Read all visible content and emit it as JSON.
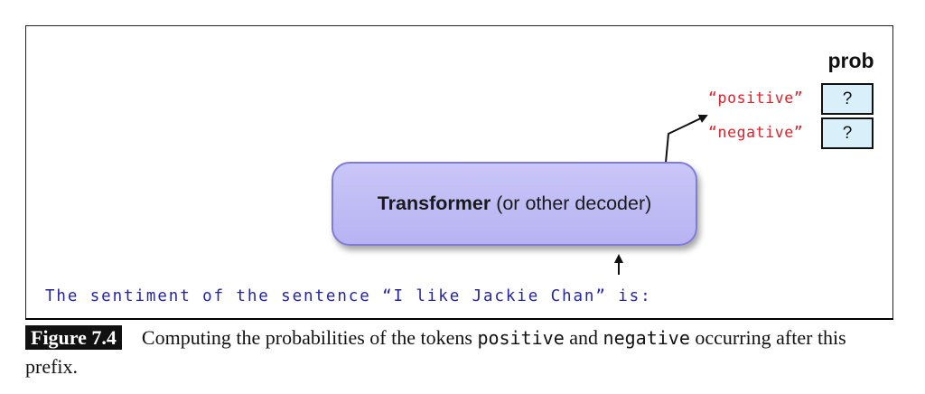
{
  "figure": {
    "prob_header": "prob",
    "outputs": [
      {
        "token": "“positive”",
        "prob": "?"
      },
      {
        "token": "“negative”",
        "prob": "?"
      }
    ],
    "model_bold": "Transformer",
    "model_rest": "(or other decoder)",
    "prefix": "The sentiment of the sentence “I like Jackie Chan” is:"
  },
  "caption": {
    "label": "Figure 7.4",
    "text_before": "Computing the probabilities of the tokens ",
    "token1": "positive",
    "text_mid": " and ",
    "token2": "negative",
    "text_after": " occurring after this prefix."
  }
}
